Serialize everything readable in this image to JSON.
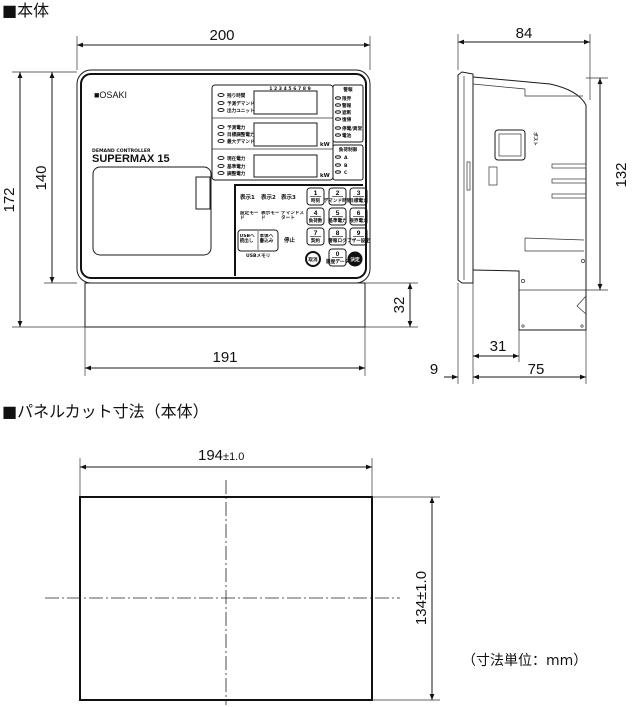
{
  "sections": {
    "body_title": "■本体",
    "panel_cut_title": "■パネルカット寸法（本体）"
  },
  "front_view": {
    "width_dim": "200",
    "height_total_dim": "172",
    "height_body_dim": "140",
    "lower_depth_dim": "32",
    "lower_width_dim": "191",
    "brand": "■OSAKI",
    "model_small": "DEMAND CONTROLLER",
    "model": "SUPERMAX 15",
    "display_header": "1 2 3 4 5 6 7 8 9",
    "unit_kw": "kW",
    "row1_labels": [
      "残り時間",
      "予測デマンド",
      "出力ユニット"
    ],
    "row2_labels": [
      "予測電力",
      "目標調整電力",
      "最大デマンド"
    ],
    "row3_labels": [
      "現在電力",
      "基準電力",
      "調整電力"
    ],
    "alarm_header": "警報",
    "alarm_labels": [
      "限界",
      "警報",
      "遮断",
      "復帰",
      "停電/異常",
      "電池"
    ],
    "load_header": "負荷制御",
    "load_labels": [
      "A",
      "B",
      "C"
    ],
    "display_buttons": [
      "表示1",
      "表示2",
      "表示3"
    ],
    "mode_buttons": [
      "設定モード",
      "表示モード",
      "デマンドスタート"
    ],
    "usb_buttons": [
      "USBへ読出し",
      "本体へ書込み"
    ],
    "usb_label": "USBメモリ",
    "keypad": [
      {
        "num": "1",
        "label": "時刻"
      },
      {
        "num": "2",
        "label": "デマンド時限"
      },
      {
        "num": "3",
        "label": "目標電力"
      },
      {
        "num": "4",
        "label": "負荷数"
      },
      {
        "num": "5",
        "label": "基準電力"
      },
      {
        "num": "6",
        "label": "限界電力"
      },
      {
        "num": "7",
        "label": "契約"
      },
      {
        "num": "8",
        "label": "警報ログ"
      },
      {
        "num": "9",
        "label": "ブザー設定"
      },
      {
        "num": "0",
        "label": "履歴データ"
      }
    ],
    "cancel_button": "取消",
    "enter_button": "決定",
    "buzzer_label": "停止"
  },
  "side_view": {
    "depth_dim": "84",
    "height_dim": "132",
    "front_dim": "9",
    "inner_dim": "31",
    "rear_dim": "75",
    "port_label": "ポスト"
  },
  "panel_cut": {
    "width_dim": "194",
    "width_tol": "±1.0",
    "height_dim": "134±1.0",
    "unit_note": "（寸法単位：mm）"
  }
}
